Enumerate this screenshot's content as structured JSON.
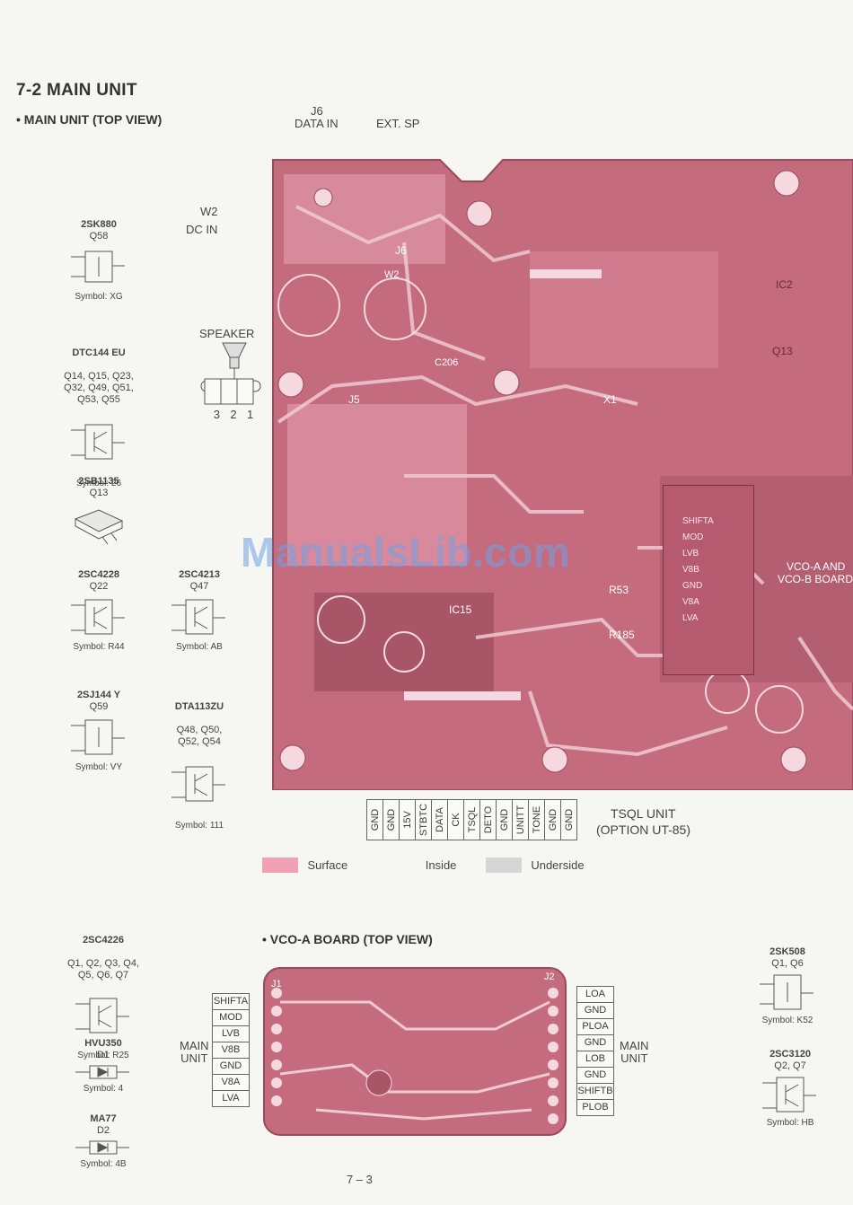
{
  "header": {
    "section_title": "7-2 MAIN UNIT",
    "subtitle": "MAIN UNIT (TOP VIEW)"
  },
  "connectors": {
    "j6": "J6",
    "data_in": "DATA IN",
    "ext_sp": "EXT. SP",
    "w2": "W2",
    "dc_in": "DC IN",
    "speaker": "SPEAKER",
    "speaker_pins": [
      "3",
      "2",
      "1"
    ]
  },
  "left_components": [
    {
      "part": "2SK880",
      "refs": "Q58",
      "symbol": "Symbol: XG",
      "kind": "fet"
    },
    {
      "part": "DTC144 EU",
      "refs": "Q14, Q15, Q23,\nQ32, Q49, Q51,\nQ53, Q55",
      "symbol": "Symbol: 26",
      "kind": "digital"
    },
    {
      "part": "2SB1135",
      "refs": "Q13",
      "symbol": "",
      "kind": "power"
    },
    {
      "part": "2SC4228",
      "refs": "Q22",
      "symbol": "Symbol: R44",
      "kind": "bjt"
    },
    {
      "part": "2SC4213",
      "refs": "Q47",
      "symbol": "Symbol: AB",
      "kind": "bjt"
    },
    {
      "part": "2SJ144 Y",
      "refs": "Q59",
      "symbol": "Symbol: VY",
      "kind": "fet"
    },
    {
      "part": "DTA113ZU",
      "refs": "Q48, Q50,\nQ52, Q54",
      "symbol": "Symbol: 111",
      "kind": "digital"
    },
    {
      "part": "2SC4226",
      "refs": "Q1, Q2, Q3, Q4,\nQ5, Q6, Q7",
      "symbol": "Symbol: R25",
      "kind": "bjt"
    },
    {
      "part": "HVU350",
      "refs": "D1",
      "symbol": "Symbol: 4",
      "kind": "diode"
    },
    {
      "part": "MA77",
      "refs": "D2",
      "symbol": "Symbol: 4B",
      "kind": "diode"
    }
  ],
  "right_components": [
    {
      "part": "2SK508",
      "refs": "Q1, Q6",
      "symbol": "Symbol: K52",
      "kind": "fet"
    },
    {
      "part": "2SC3120",
      "refs": "Q2, Q7",
      "symbol": "Symbol: HB",
      "kind": "bjt"
    }
  ],
  "pcb_labels": {
    "vco_title": "VCO-A AND",
    "vco_title2": "VCO-B BOARD",
    "vco_pins": [
      "SHIFTA",
      "MOD",
      "LVB",
      "V8B",
      "GND",
      "V8A",
      "LVA"
    ],
    "ics": [
      "IC2",
      "IC15",
      "Q13",
      "X1",
      "J5",
      "J6",
      "W2",
      "C206",
      "R185",
      "R53"
    ]
  },
  "tsql": {
    "pins": [
      "GND",
      "GND",
      "15V",
      "STBTC",
      "DATA",
      "CK",
      "TSQL",
      "DETO",
      "GND",
      "UNITT",
      "TONE",
      "GND",
      "GND"
    ],
    "label": "TSQL UNIT",
    "option": "(OPTION UT-85)"
  },
  "legend": {
    "surface": "Surface",
    "inside": "Inside",
    "underside": "Underside",
    "surface_color": "#f2a0b4",
    "underside_color": "#d6d6d6"
  },
  "vco_board": {
    "title": "VCO-A BOARD (TOP VIEW)",
    "left_pins": [
      "SHIFTA",
      "MOD",
      "LVB",
      "V8B",
      "GND",
      "V8A",
      "LVA"
    ],
    "right_pins": [
      "LOA",
      "GND",
      "PLOA",
      "GND",
      "LOB",
      "GND",
      "SHIFTB",
      "PLOB"
    ],
    "main_unit": "MAIN\nUNIT",
    "j1": "J1",
    "j2": "J2"
  },
  "watermark": "ManualsLib.com",
  "page_number": "7 – 3",
  "colors": {
    "pcb": "#c56b7e",
    "pcb_light": "#e9a9b8",
    "trace": "#eecad3"
  }
}
